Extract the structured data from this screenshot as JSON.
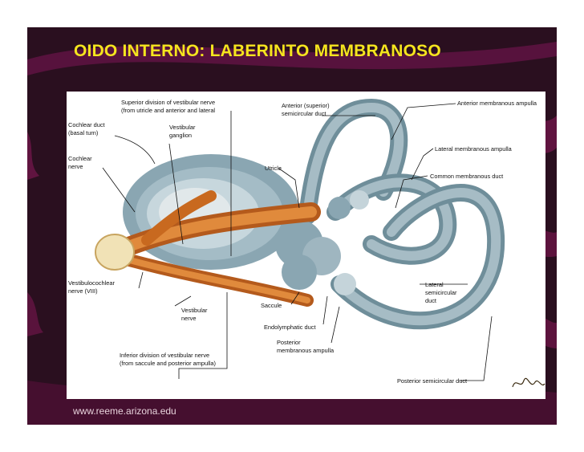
{
  "slide": {
    "title": "OIDO INTERNO: LABERINTO MEMBRANOSO",
    "footer_url": "www.reeme.arizona.edu",
    "colors": {
      "background": "#2a0f1f",
      "swoosh": "#6e1548",
      "title": "#f5e51e",
      "panel": "#ffffff"
    }
  },
  "diagram": {
    "labels": {
      "superior_division_1": "Superior division of vestibular nerve",
      "superior_division_2": "(from utricle and anterior and lateral",
      "cochlear_duct_1": "Cochlear duct",
      "cochlear_duct_2": "(basal turn)",
      "vestibular_ganglion_1": "Vestibular",
      "vestibular_ganglion_2": "ganglion",
      "cochlear_nerve_1": "Cochlear",
      "cochlear_nerve_2": "nerve",
      "anterior_duct_1": "Anterior (superior)",
      "anterior_duct_2": "semicircular duct",
      "anterior_ampulla": "Anterior membranous ampulla",
      "lateral_ampulla": "Lateral membranous ampulla",
      "utricle": "Utricle",
      "common_duct": "Common membranous duct",
      "vestibulocochlear_1": "Vestibulocochlear",
      "vestibulocochlear_2": "nerve (VIII)",
      "lateral_duct_1": "Lateral",
      "lateral_duct_2": "semicircular",
      "lateral_duct_3": "duct",
      "vestibular_nerve_1": "Vestibular",
      "vestibular_nerve_2": "nerve",
      "saccule": "Saccule",
      "endolymphatic_duct": "Endolymphatic duct",
      "posterior_ampulla_1": "Posterior",
      "posterior_ampulla_2": "membranous ampulla",
      "inferior_division_1": "Inferior division of vestibular nerve",
      "inferior_division_2": "(from saccule and posterior ampulla)",
      "posterior_duct": "Posterior semicircular duct"
    }
  }
}
